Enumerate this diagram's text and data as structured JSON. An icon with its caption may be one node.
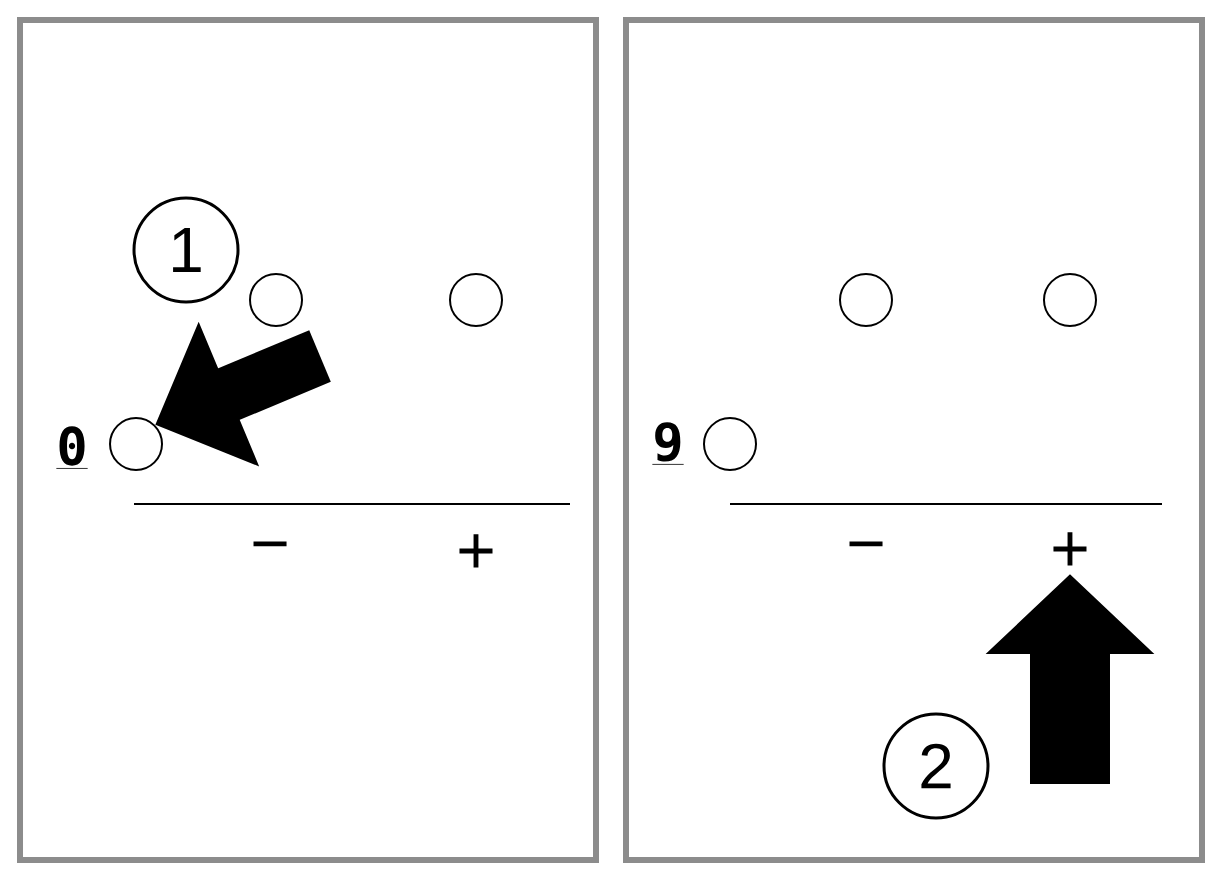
{
  "diagram": {
    "nodes": [
      {
        "text": [],
        "shape": "box"
      },
      {
        "text": [
          "1"
        ],
        "in": 0
      },
      {
        "text": [],
        "shape": "circle",
        "in": 0
      },
      {
        "text": [],
        "shape": "circle",
        "in": 0
      },
      {
        "text": [],
        "shape": "circle",
        "in": 0
      },
      {
        "text": [],
        "shape": "box"
      },
      {
        "text": [],
        "shape": "circle",
        "in": 5
      },
      {
        "text": [],
        "shape": "circle",
        "in": 5
      },
      {
        "text": [],
        "shape": "circle",
        "in": 5
      },
      {
        "text": [
          "+"
        ],
        "in": 5
      },
      {
        "text": [
          "2"
        ],
        "in": 5
      }
    ],
    "edges": [
      {
        "from": null,
        "to": 4,
        "arrow": "to"
      },
      {
        "from": null,
        "to": 9,
        "arrow": "to"
      }
    ],
    "labels": [
      "0",
      "−",
      "+",
      "9",
      "−"
    ]
  }
}
